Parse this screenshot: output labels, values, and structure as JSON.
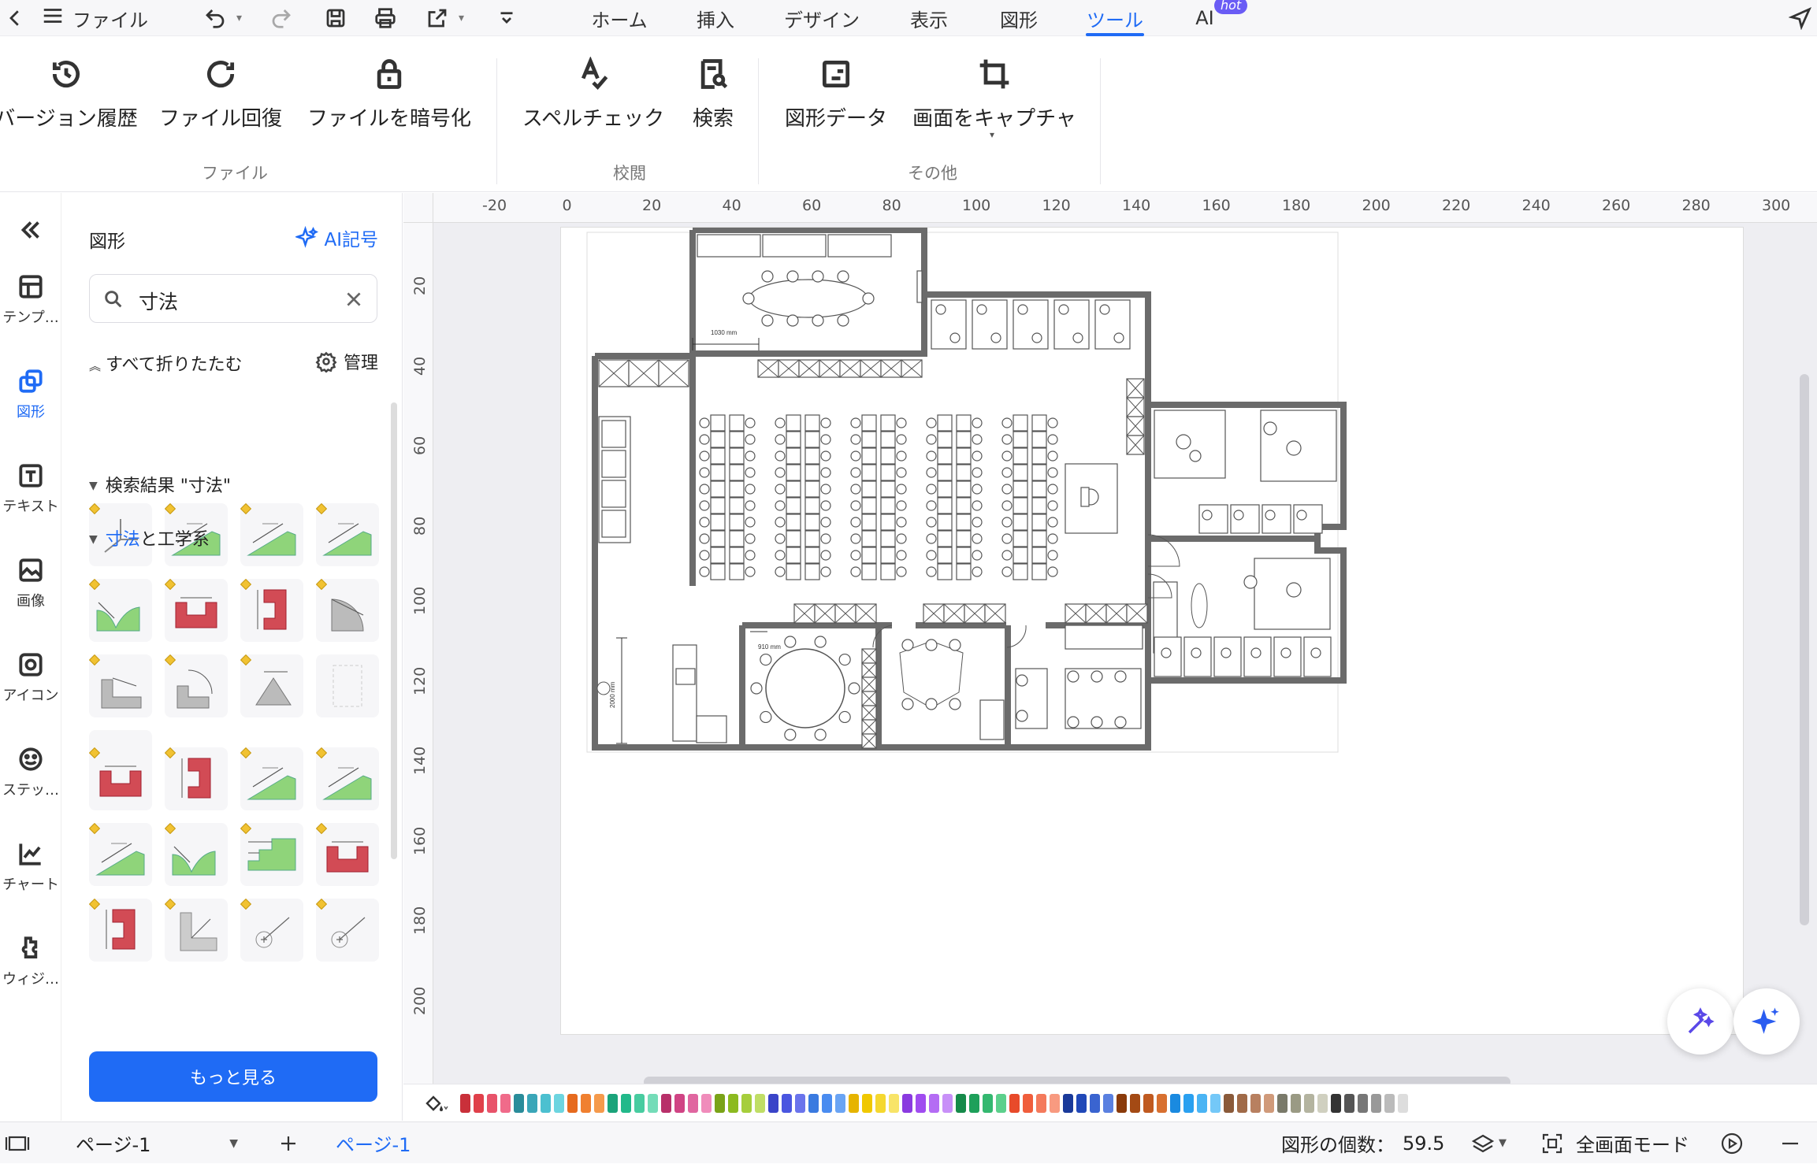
{
  "menubar": {
    "file_label": "ファイル",
    "tabs": [
      {
        "label": "ホーム"
      },
      {
        "label": "挿入"
      },
      {
        "label": "デザイン"
      },
      {
        "label": "表示"
      },
      {
        "label": "図形"
      },
      {
        "label": "ツール",
        "active": true
      },
      {
        "label": "AI"
      }
    ],
    "hot_badge": "hot"
  },
  "ribbon": {
    "buttons": [
      {
        "label": "バージョン履歴",
        "icon": "history-icon"
      },
      {
        "label": "ファイル回復",
        "icon": "refresh-icon"
      },
      {
        "label": "ファイルを暗号化",
        "icon": "lock-icon"
      },
      {
        "label": "スペルチェック",
        "icon": "spellcheck-icon"
      },
      {
        "label": "検索",
        "icon": "find-document-icon"
      },
      {
        "label": "図形データ",
        "icon": "shape-data-icon"
      },
      {
        "label": "画面をキャプチャ",
        "icon": "crop-icon"
      }
    ],
    "groups": [
      "ファイル",
      "校閲",
      "その他"
    ]
  },
  "rail": {
    "items": [
      {
        "label": "テンプ…",
        "icon": "template-icon"
      },
      {
        "label": "図形",
        "icon": "shapes-icon",
        "active": true
      },
      {
        "label": "テキスト",
        "icon": "text-icon"
      },
      {
        "label": "画像",
        "icon": "image-icon"
      },
      {
        "label": "アイコン",
        "icon": "icon-library-icon"
      },
      {
        "label": "ステッ…",
        "icon": "sticker-icon"
      },
      {
        "label": "チャート",
        "icon": "chart-icon"
      },
      {
        "label": "ウィジ…",
        "icon": "widget-icon"
      }
    ]
  },
  "panel": {
    "title": "図形",
    "ai_link": "AI記号",
    "search_value": "寸法",
    "collapse_all": "すべて折りたたむ",
    "manage": "管理",
    "section1": "検索結果 \"寸法\"",
    "section2_highlight": "寸法",
    "section2_rest": "と工学系",
    "more_button": "もっと見る"
  },
  "canvas": {
    "ruler_h": [
      "-20",
      "0",
      "20",
      "40",
      "60",
      "80",
      "100",
      "120",
      "140",
      "160",
      "180",
      "200",
      "220",
      "240",
      "260",
      "280",
      "300"
    ],
    "ruler_v": [
      "20",
      "40",
      "60",
      "80",
      "100",
      "120",
      "140",
      "160",
      "180",
      "200"
    ],
    "dim_1030": "1030 mm",
    "dim_910": "910 mm",
    "dim_2000": "2000 mm"
  },
  "colors": {
    "accent": "#1f6bf5",
    "wall": "#6b6b6b",
    "swatches": [
      "#c9303a",
      "#e0404a",
      "#e8536a",
      "#f06b8a",
      "#2a8c9a",
      "#3aa6b8",
      "#4cc0d0",
      "#6dd5e0",
      "#e66a1e",
      "#f08030",
      "#f59a4c",
      "#1aa37a",
      "#22b98a",
      "#48cca0",
      "#74dcb8",
      "#b8306a",
      "#d04484",
      "#e066a0",
      "#f08cbb",
      "#7aa318",
      "#8cba20",
      "#a6ce3c",
      "#c0de66",
      "#3a44c8",
      "#4a56e0",
      "#6a74ec",
      "#3a7ae0",
      "#4a8cf0",
      "#6aa4f4",
      "#e6b400",
      "#f0c800",
      "#f5d830",
      "#f8e468",
      "#8a3ae0",
      "#a04cf0",
      "#b46cf4",
      "#c890f8",
      "#168a4a",
      "#1ea05a",
      "#34b870",
      "#5cd08c",
      "#e84a2a",
      "#f05e3c",
      "#f47a5c",
      "#f89a80",
      "#1a3a9a",
      "#2048b8",
      "#3a64d0",
      "#5a80e0",
      "#8a3a0a",
      "#a44a14",
      "#c05a20",
      "#d87030",
      "#1a8ae0",
      "#2aa0f0",
      "#4ab4f4",
      "#74c8f8",
      "#8a5a3a",
      "#a06a48",
      "#b88060",
      "#d09a7a",
      "#7a7a6a",
      "#9a9a84",
      "#b4b4a0",
      "#d0d0c0",
      "#333333",
      "#555555",
      "#777777",
      "#999999",
      "#bbbbbb",
      "#dddddd"
    ]
  },
  "statusbar": {
    "page_select": "ページ-1",
    "page_tab": "ページ-1",
    "shape_count_label": "図形の個数：",
    "shape_count": "59.5",
    "fullscreen": "全画面モード"
  }
}
